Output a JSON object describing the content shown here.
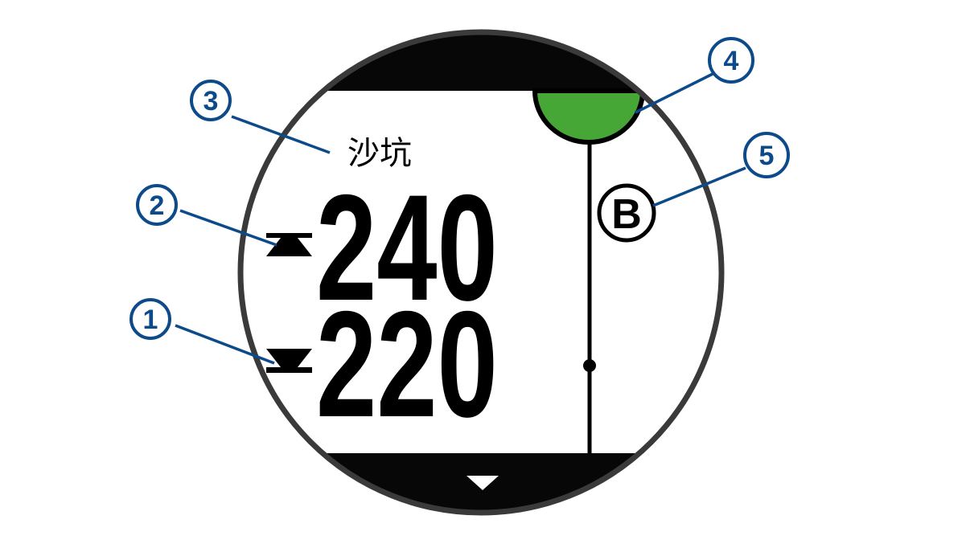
{
  "screen": {
    "hazard_name": "沙坑",
    "distance_to_carry": "240",
    "distance_to_reach": "220",
    "hazard_marker": "B",
    "green_color": "#46a736"
  },
  "callouts": [
    {
      "label": "1"
    },
    {
      "label": "2"
    },
    {
      "label": "3"
    },
    {
      "label": "4"
    },
    {
      "label": "5"
    }
  ],
  "colors": {
    "callout": "#0d4a8a",
    "bezel": "#3a3a3a"
  }
}
